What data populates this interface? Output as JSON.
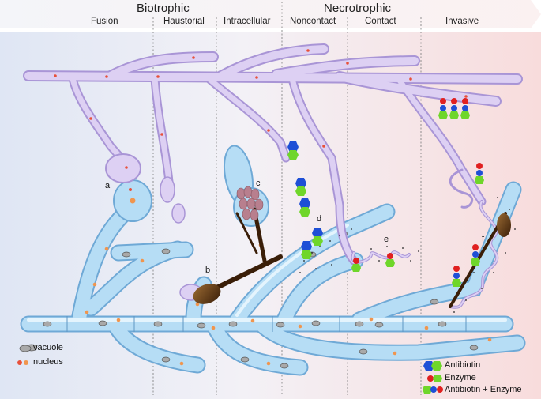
{
  "header": {
    "phases": [
      "Biotrophic",
      "Necrotrophic"
    ],
    "stages": [
      "Fusion",
      "Haustorial",
      "Intracellular",
      "Noncontact",
      "Contact",
      "Invasive"
    ]
  },
  "labels": [
    "a",
    "b",
    "c",
    "d",
    "e",
    "f"
  ],
  "legend_left": {
    "vacuole": "vacuole",
    "nucleus": "nucleus"
  },
  "legend_right": {
    "antibiotin": "Antibiotin",
    "enzyme": "Enzyme",
    "both": "Antibiotin + Enzyme"
  },
  "colors": {
    "host_hypha": "#a9d6f2",
    "mycoparasite_hypha": "#d6c6ee",
    "antibiotin": "#1e4fd6",
    "enzyme": "#6fd62a",
    "nucleus": "#e8503a",
    "haustorium": "#5a3412"
  }
}
